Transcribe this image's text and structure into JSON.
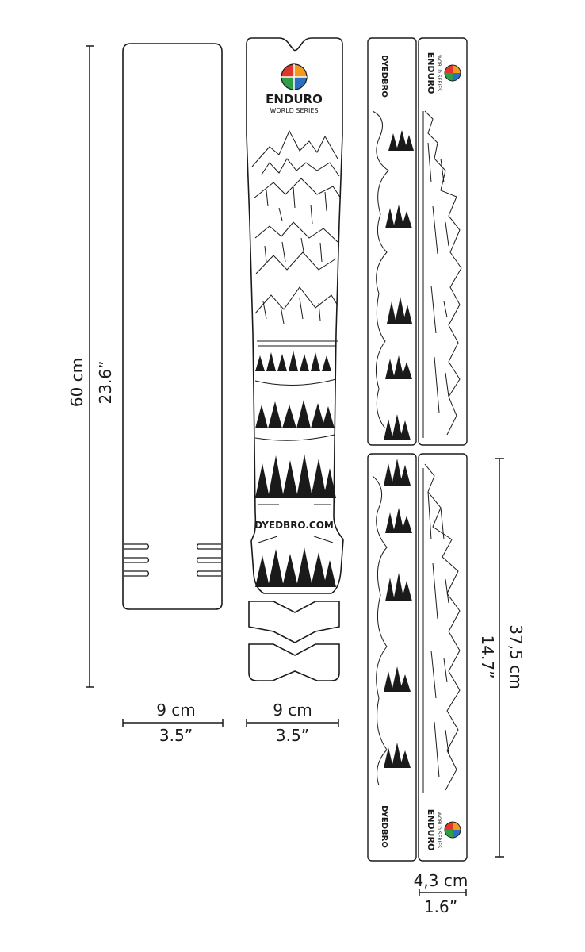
{
  "dimensions": {
    "left_height_metric": "60 cm",
    "left_height_imperial": "23.6”",
    "panel_a_width_metric": "9 cm",
    "panel_a_width_imperial": "3.5”",
    "panel_b_width_metric": "9 cm",
    "panel_b_width_imperial": "3.5”",
    "strip_length_metric": "37,5 cm",
    "strip_length_imperial": "14.7”",
    "strip_width_metric": "4,3 cm",
    "strip_width_imperial": "1.6”"
  },
  "branding": {
    "logo_word": "ENDURO",
    "logo_sub": "WORLD SERIES",
    "maker": "DYEDBRO",
    "maker_url": "DYEDBRO.COM"
  },
  "colors": {
    "ink": "#1a1a1a",
    "logo_red": "#e2342b",
    "logo_orange": "#f39a1e",
    "logo_yellow": "#f4d21f",
    "logo_green": "#2f9e44",
    "logo_blue": "#2a6fc0"
  },
  "icons": {
    "logo": "enduro-globe-icon",
    "maker_mark": "lightning-bolt-icon",
    "scenery": "mountain-forest-illustration"
  }
}
